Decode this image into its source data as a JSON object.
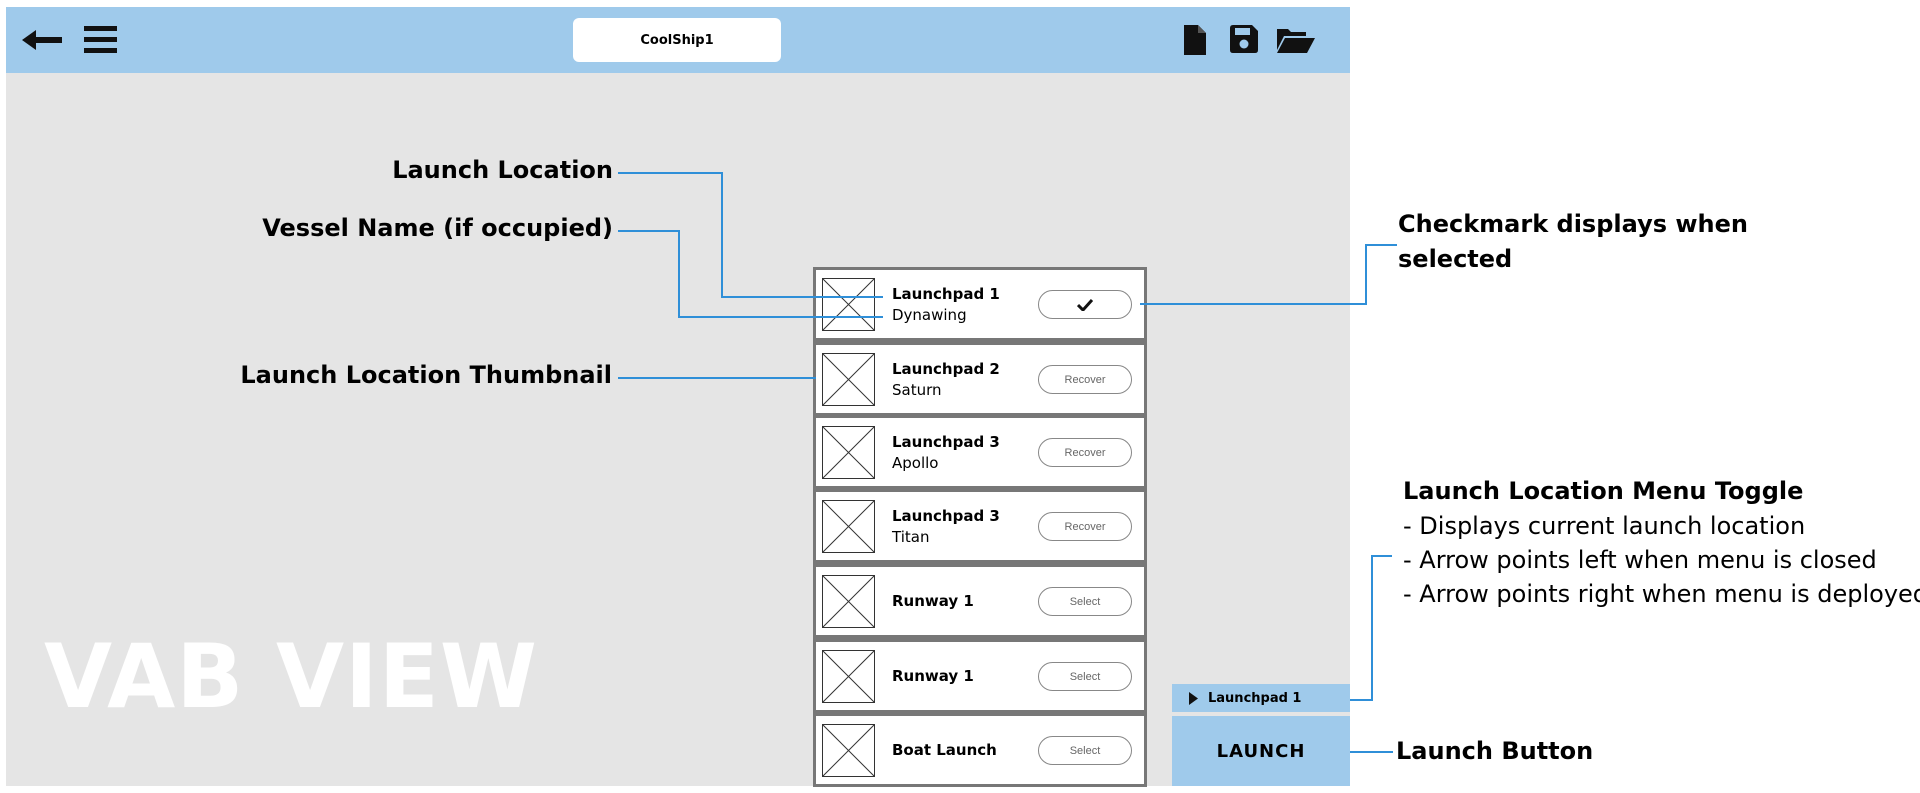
{
  "header": {
    "file_name": "CoolShip1",
    "back_icon": "arrow-left-icon",
    "menu_icon": "hamburger-menu-icon",
    "new_icon": "new-file-icon",
    "save_icon": "save-icon",
    "open_icon": "folder-open-icon"
  },
  "watermark": "VAB VIEW",
  "launch_locations": [
    {
      "name": "Launchpad 1",
      "vessel": "Dynawing",
      "action": "",
      "selected": true
    },
    {
      "name": "Launchpad 2",
      "vessel": "Saturn",
      "action": "Recover",
      "selected": false
    },
    {
      "name": "Launchpad 3",
      "vessel": "Apollo",
      "action": "Recover",
      "selected": false
    },
    {
      "name": "Launchpad 3",
      "vessel": "Titan",
      "action": "Recover",
      "selected": false
    },
    {
      "name": "Runway 1",
      "vessel": "",
      "action": "Select",
      "selected": false
    },
    {
      "name": "Runway 1",
      "vessel": "",
      "action": "Select",
      "selected": false
    },
    {
      "name": "Boat Launch",
      "vessel": "",
      "action": "Select",
      "selected": false
    }
  ],
  "toggle": {
    "label": "Launchpad 1",
    "icon": "triangle-right-icon"
  },
  "launch_button": "LAUNCH",
  "annotations": {
    "launch_location": "Launch Location",
    "vessel_name": "Vessel Name (if occupied)",
    "thumbnail": "Launch Location Thumbnail",
    "checkmark_line1": "Checkmark displays when",
    "checkmark_line2": "selected",
    "menu_toggle_title": "Launch Location Menu Toggle",
    "menu_toggle_items": [
      "- Displays current launch location",
      "- Arrow points left when menu is closed",
      "- Arrow points right when menu is deployed"
    ],
    "launch_button": "Launch Button"
  },
  "colors": {
    "accent": "#9fcaeb",
    "callout_line": "#2f8fd8",
    "canvas": "#e5e5e5"
  }
}
